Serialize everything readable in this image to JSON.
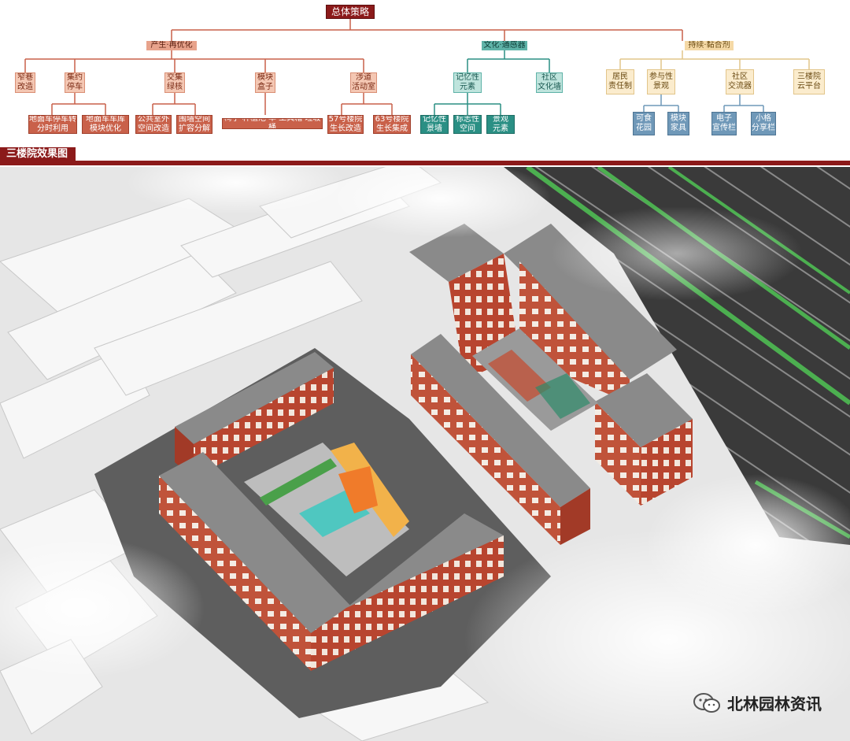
{
  "tree": {
    "root": "总体策略",
    "branches": [
      {
        "label": "产生·再优化",
        "children": [
          {
            "label": "窄巷\n改造",
            "children": []
          },
          {
            "label": "集约\n停车",
            "children": [
              "地面车停车转\n分时利用",
              "地面车车库\n模块优化"
            ]
          },
          {
            "label": "交集\n绿核",
            "children": [
              "公共室外\n空间改造",
              "围墙空间\n扩容分解"
            ]
          },
          {
            "label": "模块\n盒子",
            "children": [
              "椅子 种植池 伞 工具箱 垃圾桶"
            ]
          },
          {
            "label": "涉道\n活动室",
            "children": [
              "57号楼院\n生长改造",
              "63号楼院\n生长集成"
            ]
          }
        ]
      },
      {
        "label": "文化·通感器",
        "children": [
          {
            "label": "记忆性\n元素",
            "children": [
              "记忆性\n景墙",
              "标志性\n空间",
              "景观\n元素"
            ]
          },
          {
            "label": "社区\n文化墙",
            "children": []
          }
        ]
      },
      {
        "label": "持续·黏合剂",
        "children": [
          {
            "label": "居民\n责任制",
            "children": []
          },
          {
            "label": "参与性\n景观",
            "children": [
              "可食\n花园",
              "模块\n家具"
            ]
          },
          {
            "label": "社区\n交流器",
            "children": [
              "电子\n宣传栏",
              "小格\n分享栏"
            ]
          },
          {
            "label": "三楼院\n云平台",
            "children": []
          }
        ]
      }
    ]
  },
  "section": {
    "title": "三楼院效果图"
  },
  "watermark": {
    "text": "北林园林资讯",
    "icon": "wechat-icon"
  },
  "colors": {
    "brand_red": "#8b1a1a",
    "branch_red": "#c9614a",
    "branch_teal": "#2a8f84",
    "branch_gold": "#e2c58a",
    "leaf_blue": "#6f98b8",
    "brick": "#b8452f",
    "roof": "#8a8a8a"
  }
}
